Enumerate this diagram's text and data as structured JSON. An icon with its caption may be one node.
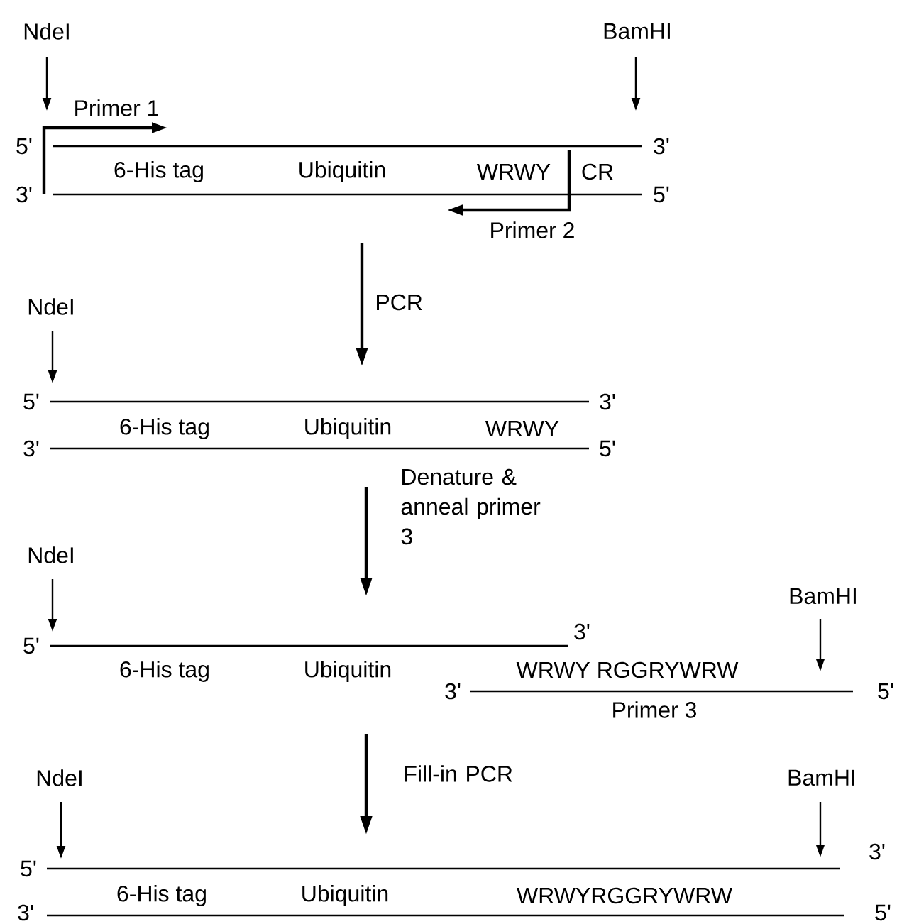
{
  "diagram": {
    "labels": [
      "NdeI",
      "BamHI",
      "Primer 1",
      "5'",
      "3'",
      "6-His tag",
      "Ubiquitin",
      "WRWY",
      "CR",
      "3'",
      "5'",
      "Primer 2",
      "NdeI",
      "PCR",
      "5'",
      "3'",
      "6-His tag",
      "Ubiquitin",
      "WRWY",
      "3'",
      "5'",
      "Denature & anneal primer 3",
      "NdeI",
      "BamHI",
      "5'",
      "3'",
      "6-His tag",
      "Ubiquitin",
      "WRWY RGGRYWRW",
      "3'",
      "5'",
      "Primer 3",
      "NdeI",
      "Fill-in PCR",
      "BamHI",
      "5'",
      "3'",
      "6-His tag",
      "Ubiquitin",
      "WRWYRGGRYWRW",
      "3'",
      "5'"
    ]
  }
}
